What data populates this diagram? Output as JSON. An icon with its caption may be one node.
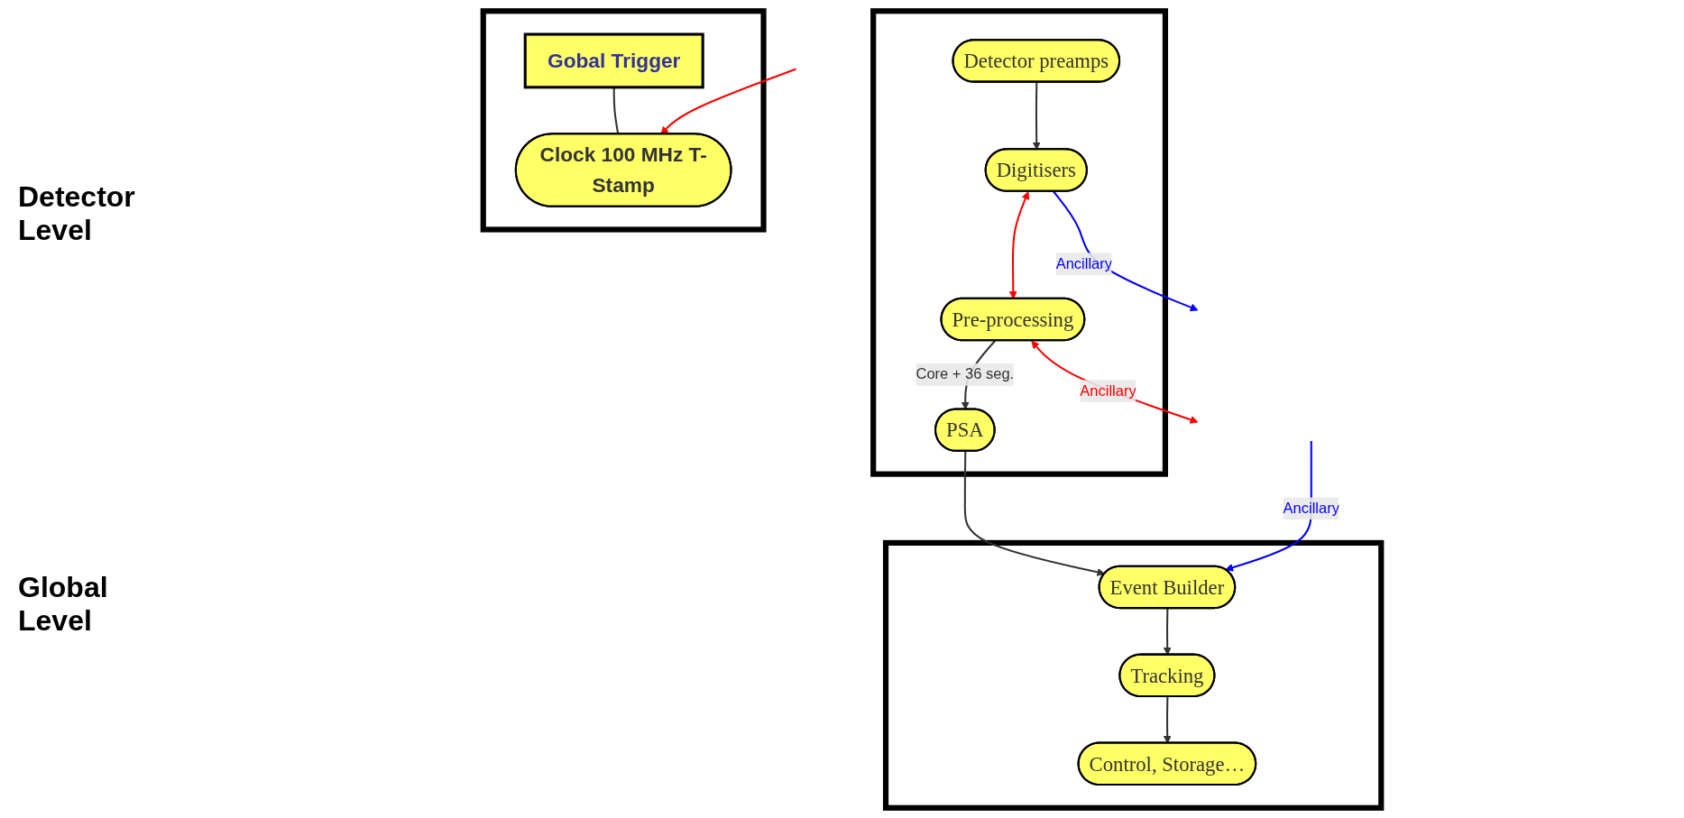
{
  "diagram": {
    "nodes": [
      {
        "text": [],
        "shape": "box"
      },
      {
        "text": [
          "Detector preamps"
        ],
        "in": 0
      },
      {
        "text": [
          "Digitisers"
        ],
        "in": 0
      },
      {
        "text": [
          "PSA"
        ],
        "in": 0
      },
      {
        "text": [
          "Pre-processing"
        ],
        "in": 0
      },
      {
        "text": [],
        "shape": "box"
      },
      {
        "text": [
          "Gobal Trigger"
        ],
        "in": 5
      },
      {
        "text": [
          "Clock 100 MHz T-Stamp"
        ],
        "in": 5
      },
      {
        "text": [],
        "shape": "box"
      },
      {
        "text": [
          "Event Builder"
        ],
        "in": 8
      },
      {
        "text": [
          "Tracking"
        ],
        "in": 8
      },
      {
        "text": [
          "Control, Storage…"
        ],
        "in": 8
      }
    ],
    "edges": [
      {
        "from": 1,
        "to": 2,
        "arrow": "to"
      },
      {
        "from": 2,
        "to": null,
        "arrow": "to",
        "label": "Ancillary",
        "color": "#0000ff"
      },
      {
        "from": 2,
        "to": 4,
        "arrow": "both",
        "color": "#ff0000"
      },
      {
        "from": 4,
        "to": 3,
        "arrow": "to",
        "label": "Core + 36 seg."
      },
      {
        "from": 6,
        "to": 7,
        "arrow": "none"
      },
      {
        "from": 4,
        "to": null,
        "arrow": "both",
        "label": "Ancillary",
        "color": "#ff0000"
      },
      {
        "from": null,
        "to": 7,
        "arrow": "to",
        "color": "#ff0000"
      },
      {
        "from": 3,
        "to": 9,
        "arrow": "to"
      },
      {
        "from": null,
        "to": 9,
        "arrow": "to",
        "label": "Ancillary",
        "color": "#0000ff"
      },
      {
        "from": 9,
        "to": 10,
        "arrow": "to"
      },
      {
        "from": 10,
        "to": 11,
        "arrow": "to"
      }
    ],
    "labels": [
      "Detector Level",
      "Global Level"
    ]
  }
}
